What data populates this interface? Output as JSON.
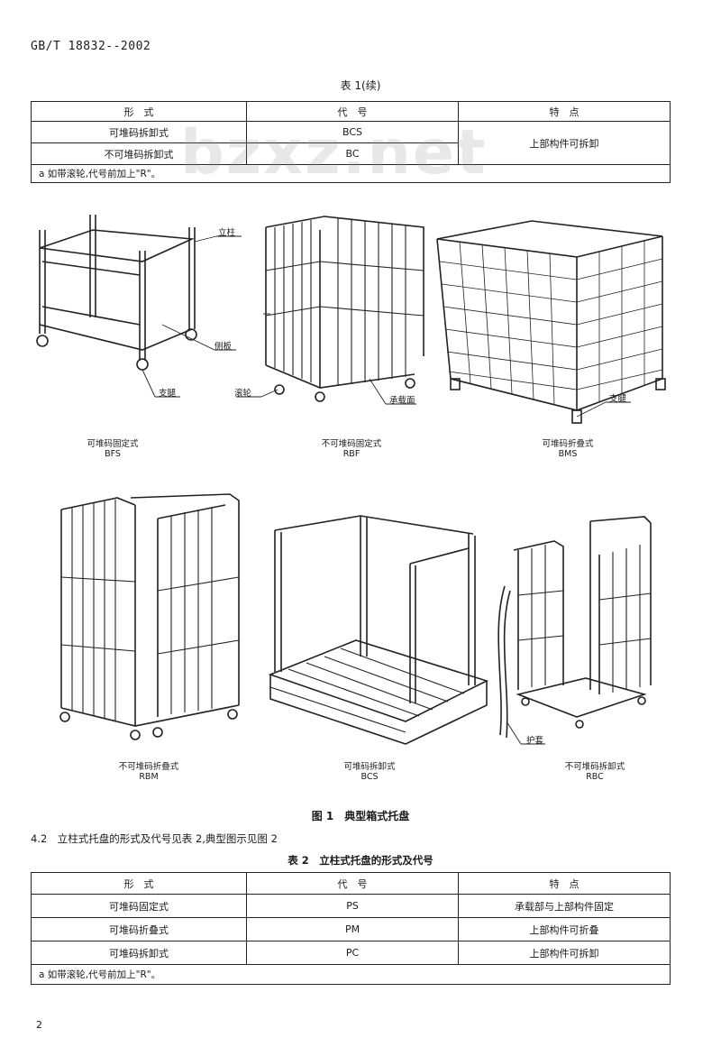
{
  "header": {
    "standard": "GB/T 18832--2002"
  },
  "table1": {
    "caption": "表 1(续)",
    "headers": [
      "形　式",
      "代　号",
      "特　点"
    ],
    "rows": [
      [
        "可堆码拆卸式",
        "BCS"
      ],
      [
        "不可堆码拆卸式",
        "BC"
      ]
    ],
    "merged_feature": "上部构件可拆卸",
    "note": "a 如带滚轮,代号前加上\"R\"。"
  },
  "watermark": "bzxz.net",
  "figure1": {
    "caption": "图 1　典型箱式托盘",
    "items": [
      {
        "name": "可堆码固定式",
        "code": "BFS"
      },
      {
        "name": "不可堆码固定式",
        "code": "RBF"
      },
      {
        "name": "可堆码折叠式",
        "code": "BMS"
      },
      {
        "name": "不可堆码折叠式",
        "code": "RBM"
      },
      {
        "name": "可堆码拆卸式",
        "code": "BCS"
      },
      {
        "name": "不可堆码拆卸式",
        "code": "RBC"
      }
    ],
    "callouts": {
      "upright": "立柱",
      "side_board": "侧板",
      "foot_a": "支腿",
      "caster": "滚轮",
      "load_surface": "承载面",
      "foot_b": "支腿",
      "guard": "护套"
    }
  },
  "section": {
    "text": "4.2　立柱式托盘的形式及代号见表 2,典型图示见图 2"
  },
  "table2": {
    "caption": "表 2　立柱式托盘的形式及代号",
    "headers": [
      "形　式",
      "代　号",
      "特　点"
    ],
    "rows": [
      [
        "可堆码固定式",
        "PS",
        "承载部与上部构件固定"
      ],
      [
        "可堆码折叠式",
        "PM",
        "上部构件可折叠"
      ],
      [
        "可堆码拆卸式",
        "PC",
        "上部构件可拆卸"
      ]
    ],
    "note": "a 如带滚轮,代号前加上\"R\"。"
  },
  "page_number": "2"
}
